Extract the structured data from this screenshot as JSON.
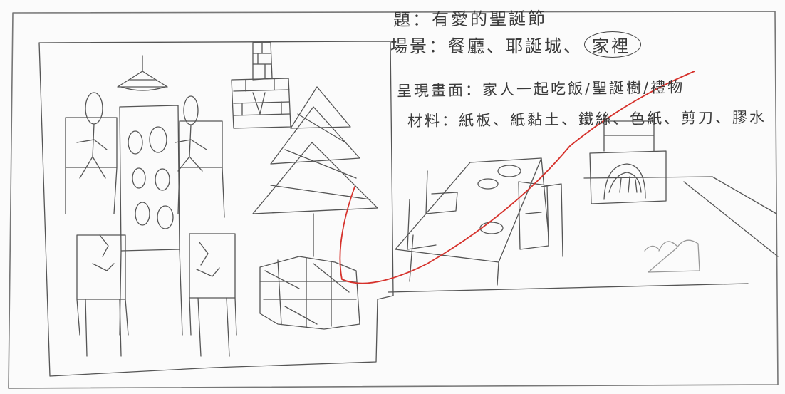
{
  "sketch": {
    "theme_label": "題：",
    "theme": "有愛的聖誕節",
    "scene_label": "場景：",
    "scenes": [
      "餐廳",
      "耶誕城"
    ],
    "scene_selected": "家裡",
    "visual_label": "呈現畫面：",
    "visual": "家人一起吃飯/聖誕樹/禮物",
    "materials_label": "材料：",
    "materials": "紙板、紙黏土、鐵絲、色紙、剪刀、膠水",
    "ink_color": "#3a3a3a",
    "annotation_color": "#d6322c"
  },
  "drawing": {
    "figures": [
      "stick-figure-standing",
      "stick-figure-standing",
      "stick-figure-seated",
      "stick-figure-seated"
    ],
    "props": [
      "pendant-lamp",
      "brick-chimney",
      "christmas-tree",
      "gift-boxes",
      "dining-table",
      "fireplace"
    ]
  }
}
